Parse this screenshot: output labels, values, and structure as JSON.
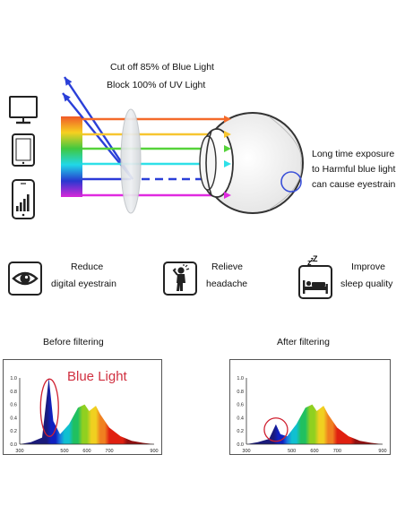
{
  "header": {
    "line1": "Cut off 85% of Blue Light",
    "line2": "Block 100% of UV Light"
  },
  "eye_note": {
    "line1": "Long time exposure",
    "line2": "to Harmful blue light",
    "line3": "can cause eyestrain"
  },
  "devices": [
    {
      "icon": "monitor-icon"
    },
    {
      "icon": "tablet-icon"
    },
    {
      "icon": "smartphone-icon"
    }
  ],
  "beams": {
    "colors": [
      "#f46a2a",
      "#f7c630",
      "#56d33a",
      "#2ee0e8",
      "#2c3ad8",
      "#e02ae0"
    ],
    "blocked_colors": [
      "#2a3fd8",
      "#2a3fd8"
    ]
  },
  "benefits": [
    {
      "icon": "eye-icon",
      "line1": "Reduce",
      "line2": "digital eyestrain"
    },
    {
      "icon": "headache-person-icon",
      "line1": "Relieve",
      "line2": "headache"
    },
    {
      "icon": "sleeping-bed-icon",
      "line1": "Improve",
      "line2": "sleep quality"
    }
  ],
  "chart_data": [
    {
      "type": "area",
      "title": "Before filtering",
      "annotation": "Blue Light",
      "x": [
        300,
        350,
        400,
        430,
        450,
        480,
        520,
        560,
        590,
        610,
        640,
        660,
        700,
        750,
        800,
        850,
        900
      ],
      "y": [
        0.0,
        0.03,
        0.1,
        1.0,
        0.35,
        0.15,
        0.3,
        0.55,
        0.6,
        0.5,
        0.58,
        0.45,
        0.25,
        0.12,
        0.05,
        0.02,
        0.0
      ],
      "xticks": [
        "300",
        "500",
        "600",
        "700",
        "900"
      ],
      "yticks": [
        "0.0",
        "0.2",
        "0.4",
        "0.6",
        "0.8",
        "1.0"
      ],
      "xlim": [
        300,
        900
      ],
      "ylim": [
        0,
        1.0
      ]
    },
    {
      "type": "area",
      "title": "After filtering",
      "x": [
        300,
        350,
        400,
        430,
        450,
        480,
        520,
        560,
        590,
        610,
        640,
        660,
        700,
        750,
        800,
        850,
        900
      ],
      "y": [
        0.0,
        0.03,
        0.08,
        0.3,
        0.15,
        0.12,
        0.3,
        0.55,
        0.6,
        0.5,
        0.58,
        0.45,
        0.25,
        0.12,
        0.05,
        0.02,
        0.0
      ],
      "xticks": [
        "300",
        "500",
        "600",
        "700",
        "900"
      ],
      "yticks": [
        "0.0",
        "0.2",
        "0.4",
        "0.6",
        "0.8",
        "1.0"
      ],
      "xlim": [
        300,
        900
      ],
      "ylim": [
        0,
        1.0
      ]
    }
  ]
}
